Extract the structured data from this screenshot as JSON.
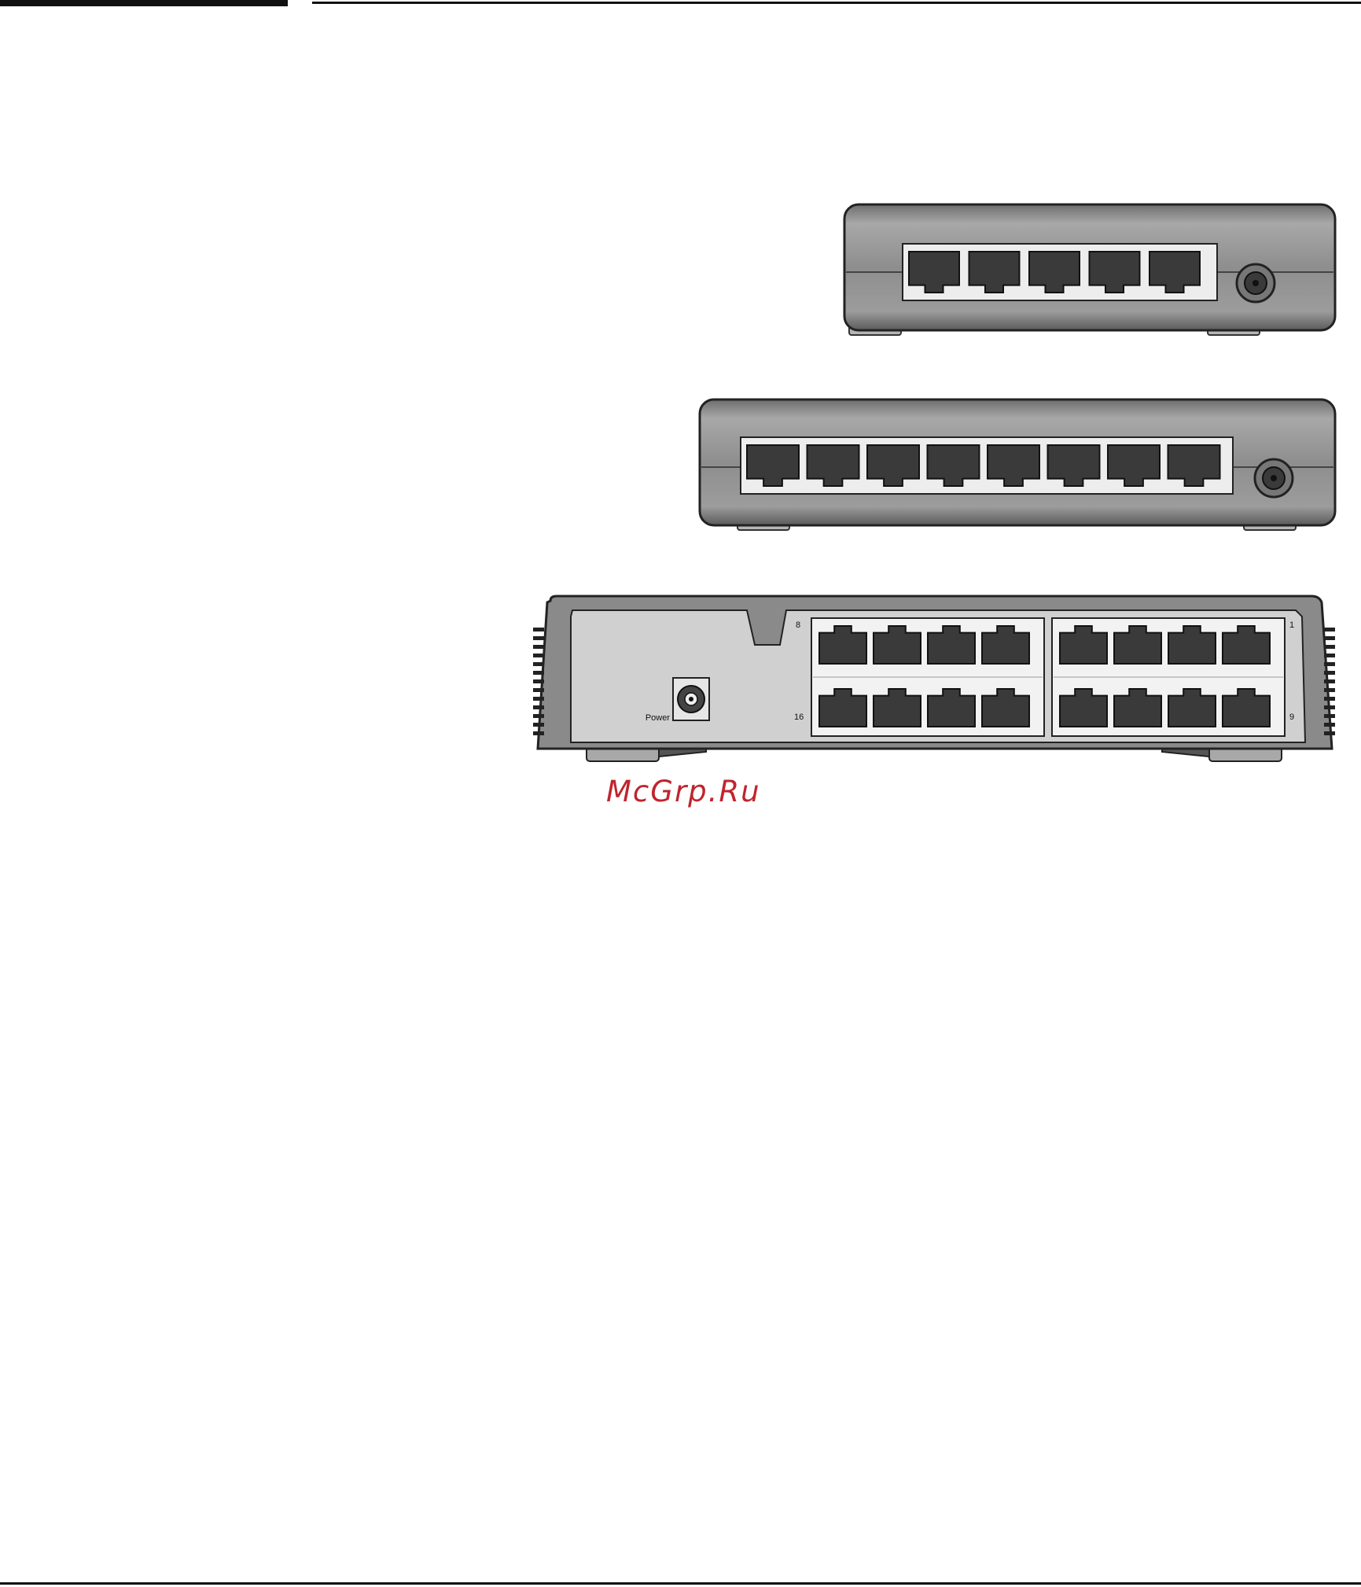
{
  "figures": {
    "switch_5_port": {
      "port_count": 5
    },
    "switch_8_port": {
      "port_count": 8
    },
    "switch_16_port": {
      "port_count": 16,
      "power_label": "Power",
      "port_numbers": {
        "top_left": "8",
        "bottom_left": "16",
        "top_right": "1",
        "bottom_right": "9"
      }
    }
  },
  "watermark": {
    "text": "McGrp.Ru"
  },
  "colors": {
    "watermark": "#c0242d",
    "port_fill": "#3a3a3a",
    "chassis": "#8c8c8c"
  }
}
